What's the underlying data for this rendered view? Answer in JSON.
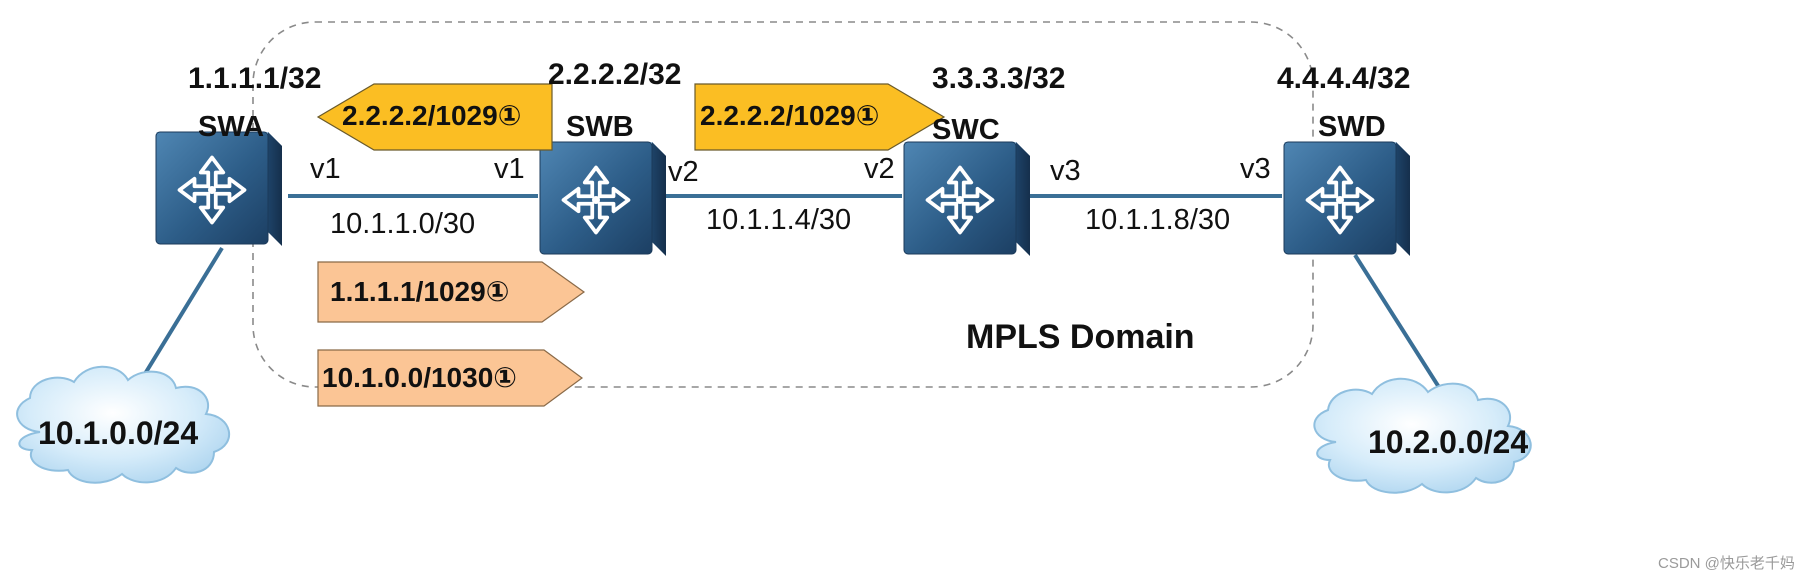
{
  "diagram": {
    "domain_label": "MPLS Domain",
    "devices": [
      {
        "id": "swa",
        "name": "SWA",
        "loopback": "1.1.1.1/32"
      },
      {
        "id": "swb",
        "name": "SWB",
        "loopback": "2.2.2.2/32"
      },
      {
        "id": "swc",
        "name": "SWC",
        "loopback": "3.3.3.3/32"
      },
      {
        "id": "swd",
        "name": "SWD",
        "loopback": "4.4.4.4/32"
      }
    ],
    "interfaces": {
      "swa_v1": "v1",
      "swb_v1": "v1",
      "swb_v2": "v2",
      "swc_v2": "v2",
      "swc_v3": "v3",
      "swd_v3": "v3"
    },
    "links": [
      {
        "from": "swa",
        "to": "swb",
        "subnet": "10.1.1.0/30"
      },
      {
        "from": "swb",
        "to": "swc",
        "subnet": "10.1.1.4/30"
      },
      {
        "from": "swc",
        "to": "swd",
        "subnet": "10.1.1.8/30"
      }
    ],
    "clouds": [
      {
        "id": "left",
        "attached": "swa",
        "network": "10.1.0.0/24"
      },
      {
        "id": "right",
        "attached": "swd",
        "network": "10.2.0.0/24"
      }
    ],
    "label_tags": [
      {
        "id": "swb-to-swa",
        "text": "2.2.2.2/1029①",
        "direction": "left",
        "color": "#fbbe23"
      },
      {
        "id": "swb-to-swc",
        "text": "2.2.2.2/1029①",
        "direction": "right",
        "color": "#fbbe23"
      },
      {
        "id": "swa-1111",
        "text": "1.1.1.1/1029①",
        "direction": "right",
        "color": "#fbc595"
      },
      {
        "id": "swa-10100",
        "text": "10.1.0.0/1030①",
        "direction": "right",
        "color": "#fbc595"
      }
    ],
    "colors": {
      "link": "#3a6f96",
      "switch_body": "#2f5f88",
      "domain_border": "#8a8a8a",
      "cloud": "#b8dcf2"
    }
  },
  "watermark": "CSDN @快乐老千妈"
}
